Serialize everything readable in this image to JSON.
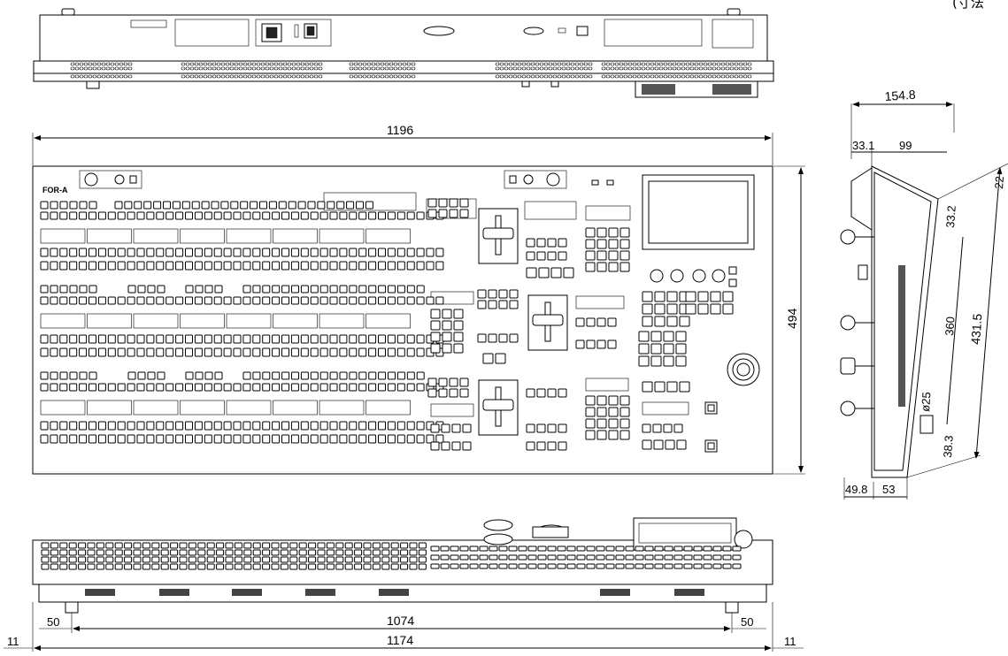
{
  "corner_text": "(寸法",
  "top_view": {
    "brand_logo": "FOR-A"
  },
  "dimensions": {
    "front_width": "1196",
    "front_height": "494",
    "side_top_depth": "154.8",
    "side_offset_a": "33.1",
    "side_offset_b": "99",
    "side_height_360": "360",
    "side_height_431": "431.5",
    "side_small_33": "33.2",
    "side_small_22": "22",
    "side_diameter": "ø25",
    "side_bottom_38": "38.3",
    "side_base_49": "49.8",
    "side_base_53": "53",
    "bottom_inner": "1074",
    "bottom_overall": "1174",
    "bottom_left_50": "50",
    "bottom_right_50": "50",
    "bottom_left_11": "11",
    "bottom_right_11": "11"
  }
}
